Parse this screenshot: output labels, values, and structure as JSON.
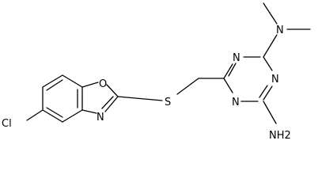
{
  "molecule": {
    "atoms": {
      "cl": "Cl",
      "o": "O",
      "n_ox": "N",
      "s": "S",
      "n_tri_top": "N",
      "n_tri_right": "N",
      "n_tri_left": "N",
      "n_amine": "N",
      "nh2": "NH2"
    }
  }
}
